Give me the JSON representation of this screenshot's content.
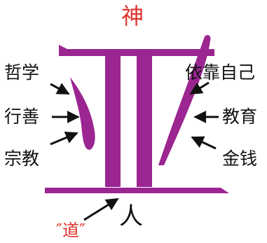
{
  "colors": {
    "glyph": "#9b2691",
    "accent_red": "#e0322d",
    "text": "#111111",
    "arrow": "#111111"
  },
  "diagram": {
    "top_label": "神",
    "bottom_label": "人",
    "dao_label": "″道″",
    "left_items": [
      {
        "label": "哲学"
      },
      {
        "label": "行善"
      },
      {
        "label": "宗教"
      }
    ],
    "right_items": [
      {
        "label": "依靠自己"
      },
      {
        "label": "教育"
      },
      {
        "label": "金钱"
      }
    ]
  }
}
